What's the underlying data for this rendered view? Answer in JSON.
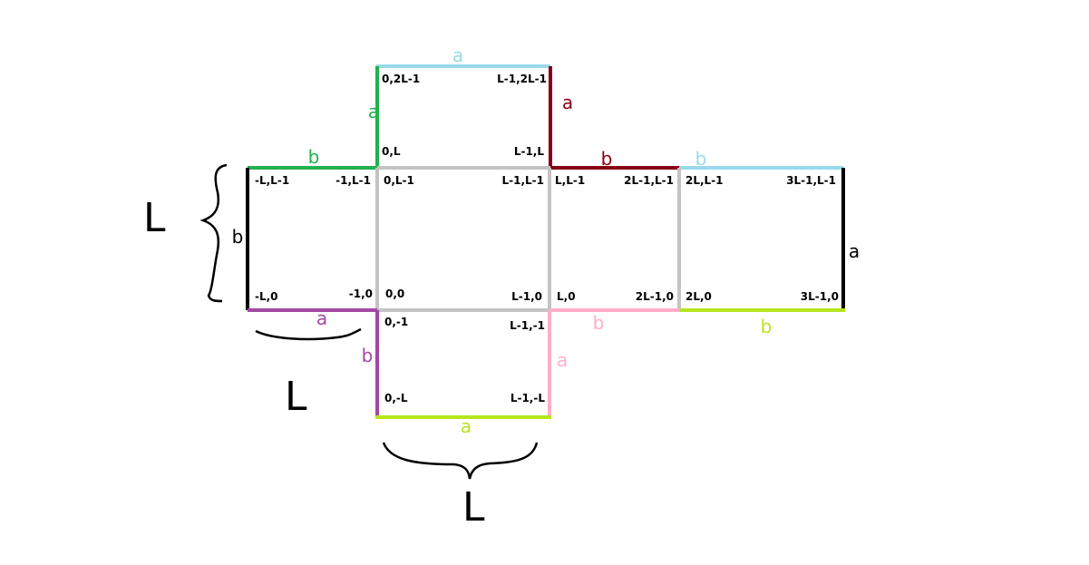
{
  "colors": {
    "green": "#22b14c",
    "dark_red": "#880015",
    "light_blue": "#99d9ea",
    "gray": "#c3c3c3",
    "purple": "#a349a4",
    "pink": "#ffaec9",
    "lime": "#b5e61d",
    "black": "#000000"
  },
  "faces": {
    "top": {
      "tl": "0,2L-1",
      "tr": "L-1,2L-1",
      "bl": "0,L",
      "br": "L-1,L"
    },
    "left": {
      "tl": "-L,L-1",
      "tr": "-1,L-1",
      "bl": "-L,0",
      "br": "-1,0"
    },
    "center": {
      "tl": "0,L-1",
      "tr": "L-1,L-1",
      "bl": "0,0",
      "br": "L-1,0"
    },
    "right": {
      "tl": "L,L-1",
      "tr": "2L-1,L-1",
      "bl": "L,0",
      "br": "2L-1,0"
    },
    "far": {
      "tl": "2L,L-1",
      "tr": "3L-1,L-1",
      "bl": "2L,0",
      "br": "3L-1,0"
    },
    "bottom": {
      "tl": "0,-1",
      "tr": "L-1,-1",
      "bl": "0,-L",
      "br": "L-1,-L"
    }
  },
  "edge_labels": {
    "top_of_top": "a",
    "left_of_top": "a",
    "right_of_top": "a",
    "top_of_left": "b",
    "left_of_left": "b",
    "top_of_right": "b",
    "top_of_far": "b",
    "right_of_far": "a",
    "bottom_of_left": "a",
    "left_of_bottom": "b",
    "right_of_bottom": "a",
    "bottom_of_right": "b",
    "bottom_of_far": "b",
    "bottom_of_bottom": "a"
  },
  "dimension_labels": {
    "left_height": "L",
    "left_width": "L",
    "bottom_width": "L"
  }
}
